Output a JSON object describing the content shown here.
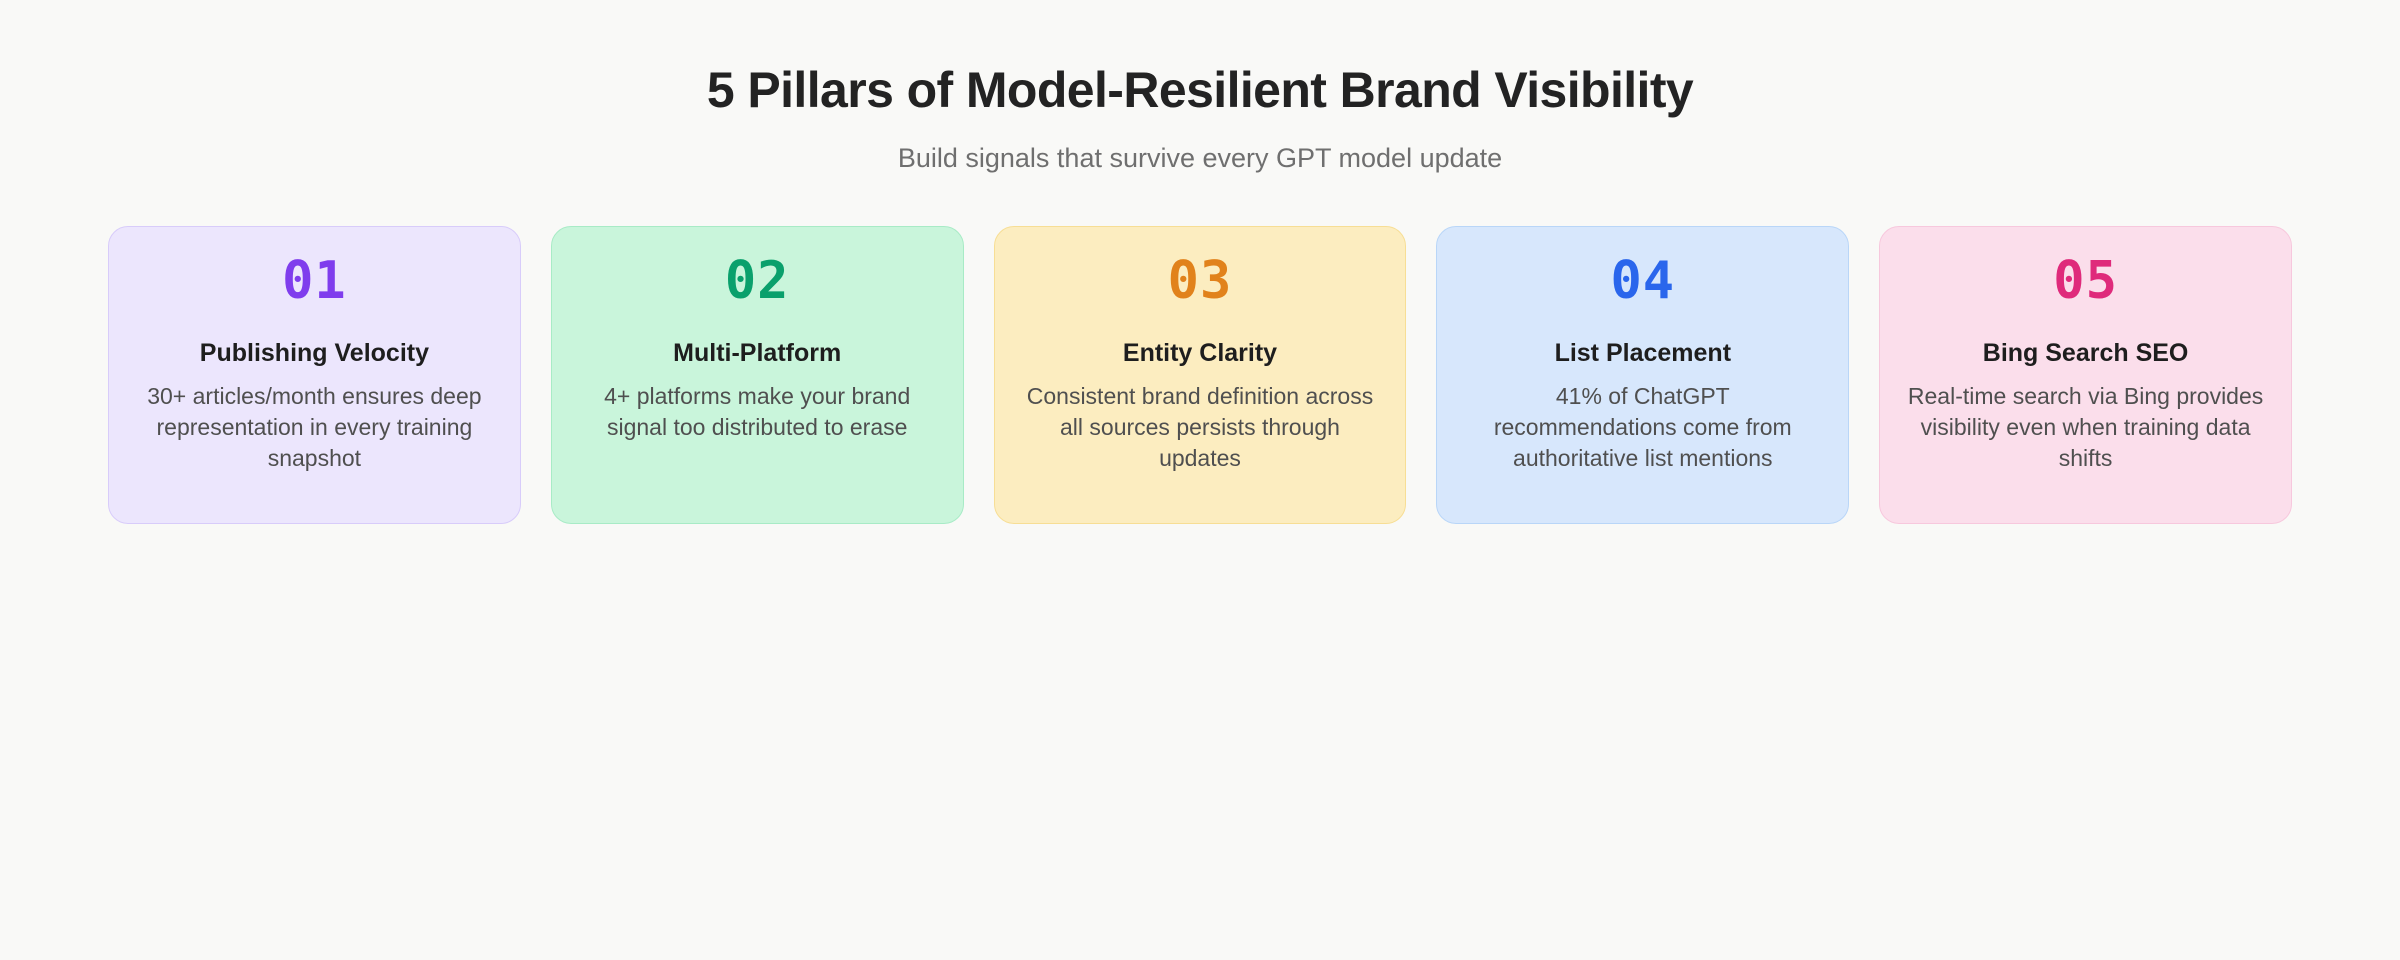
{
  "header": {
    "title": "5 Pillars of Model-Resilient Brand Visibility",
    "subtitle": "Build signals that survive every GPT model update"
  },
  "theme": {
    "page_background": "#f9f9f7",
    "title_color": "#232323",
    "subtitle_color": "#6f6f6f",
    "card_title_color": "#1e1e1e",
    "card_desc_color": "#4f4f4f"
  },
  "cards": [
    {
      "number": "01",
      "title": "Publishing Velocity",
      "description": "30+ articles/month ensures deep representation in every training snapshot",
      "accent_color": "#7f3ded",
      "background_color": "#ece6fd",
      "border_color": "#d8ccfa"
    },
    {
      "number": "02",
      "title": "Multi-Platform",
      "description": "4+ platforms make your brand signal too distributed to erase",
      "accent_color": "#0aa06c",
      "background_color": "#c9f5db",
      "border_color": "#a8ebc6"
    },
    {
      "number": "03",
      "title": "Entity Clarity",
      "description": "Consistent brand definition across all sources persists through updates",
      "accent_color": "#e1821b",
      "background_color": "#fcedc0",
      "border_color": "#f7de95"
    },
    {
      "number": "04",
      "title": "List Placement",
      "description": "41% of ChatGPT recommendations come from authoritative list mentions",
      "accent_color": "#2a66ec",
      "background_color": "#d7e7fc",
      "border_color": "#b9d6f8"
    },
    {
      "number": "05",
      "title": "Bing Search SEO",
      "description": "Real-time search via Bing provides visibility even when training data shifts",
      "accent_color": "#df2a7b",
      "background_color": "#fbdeeb",
      "border_color": "#f7c8dd"
    }
  ]
}
